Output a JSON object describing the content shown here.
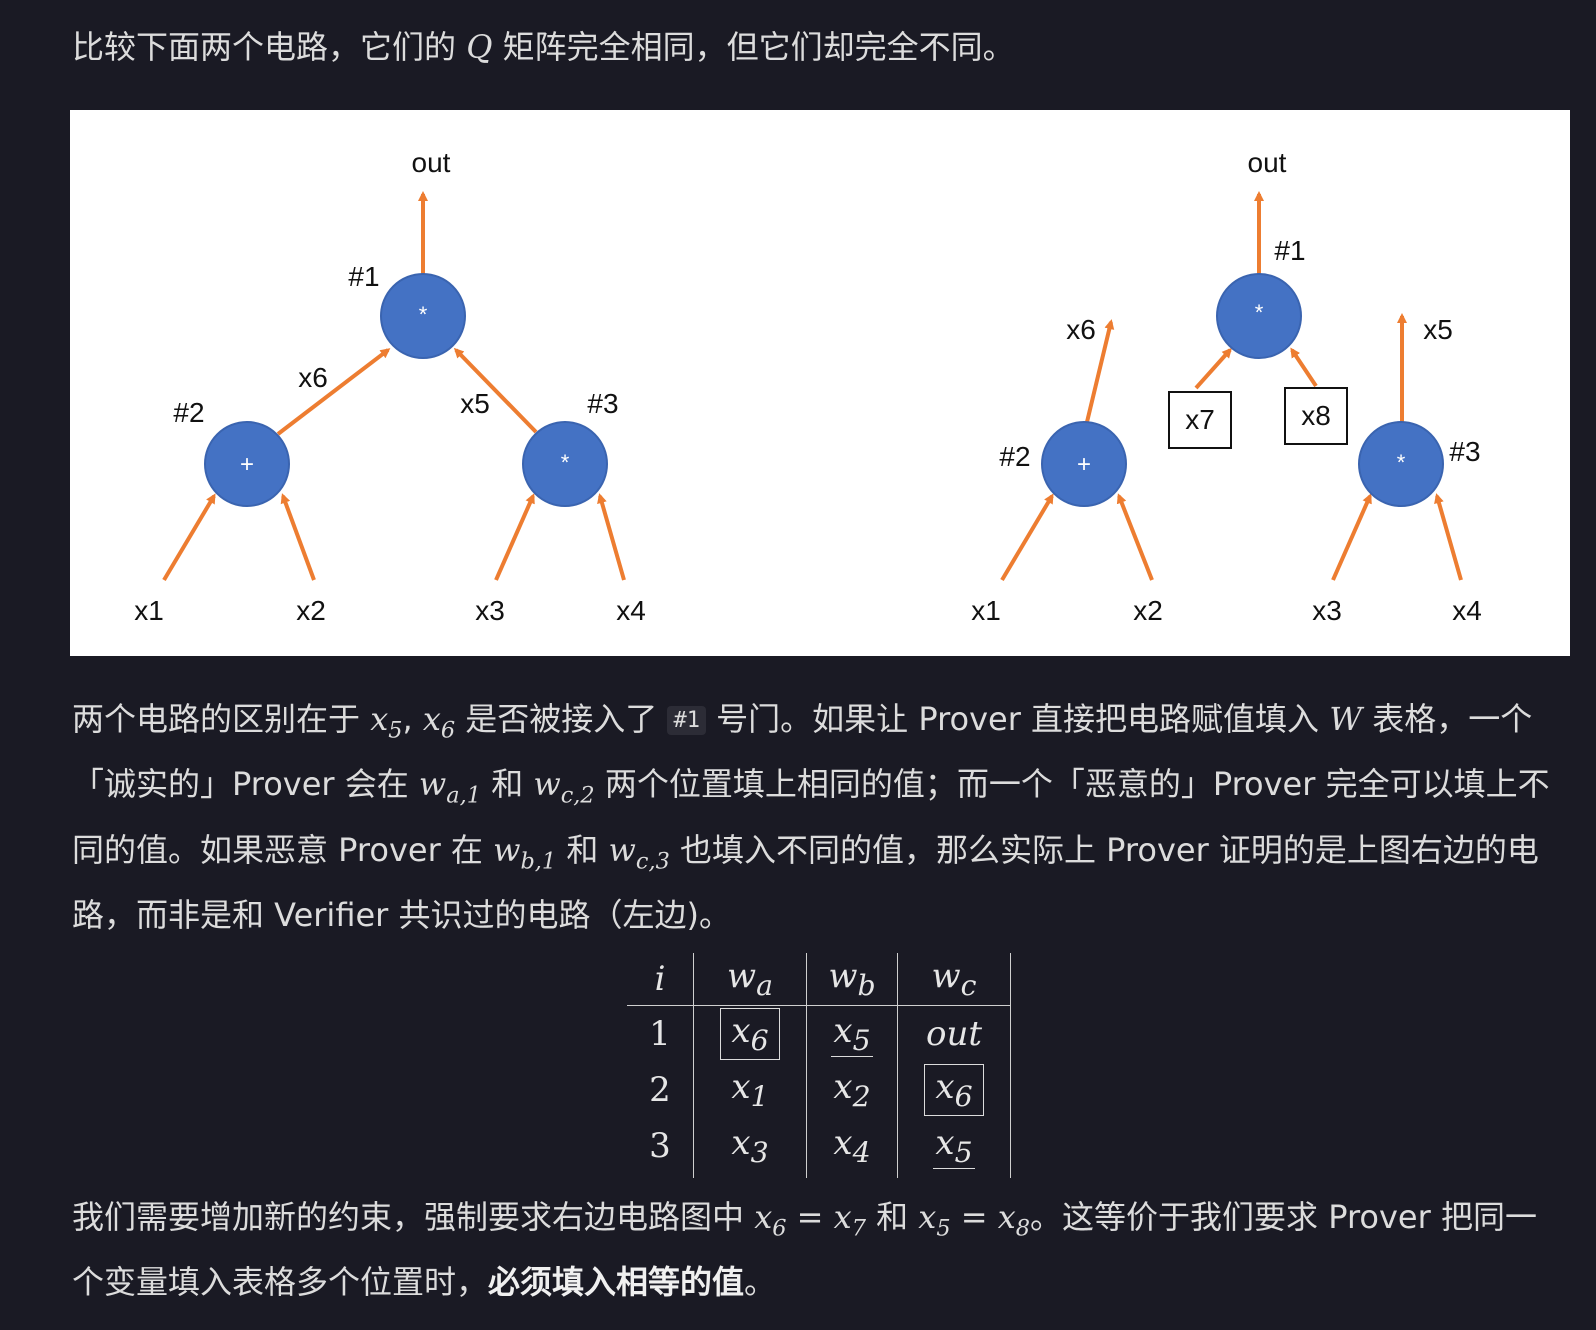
{
  "intro": {
    "before": "比较下面两个电路，它们的 ",
    "math": "Q",
    "after": " 矩阵完全相同，但它们却完全不同。"
  },
  "figure": {
    "left": {
      "out": "out",
      "g1": "#1",
      "g2": "#2",
      "g3": "#3",
      "op1": "*",
      "op2": "+",
      "op3": "*",
      "x1": "x1",
      "x2": "x2",
      "x3": "x3",
      "x4": "x4",
      "x5": "x5",
      "x6": "x6"
    },
    "right": {
      "out": "out",
      "g1": "#1",
      "g2": "#2",
      "g3": "#3",
      "op1": "*",
      "op2": "+",
      "op3": "*",
      "x1": "x1",
      "x2": "x2",
      "x3": "x3",
      "x4": "x4",
      "x5": "x5",
      "x6": "x6",
      "x7": "x7",
      "x8": "x8"
    },
    "colors": {
      "node": "#4472c4",
      "arrow": "#ed7d31"
    }
  },
  "para1": {
    "t1": "两个电路的区别在于 ",
    "m1": "x",
    "m1sub": "5",
    "m1sep": ", ",
    "m2": "x",
    "m2sub": "6",
    "t2": " 是否被接入了 ",
    "code": "#1",
    "t3": " 号门。如果让 Prover 直接把电路赋值填入 ",
    "m3": "W",
    "t4": " 表格，一个「诚实的」Prover 会在 ",
    "m4": "w",
    "m4sub": "a,1",
    "t5": " 和 ",
    "m5": "w",
    "m5sub": "c,2",
    "t6": " 两个位置填上相同的值；而一个「恶意的」Prover 完全可以填上不同的值。如果恶意 Prover 在 ",
    "m6": "w",
    "m6sub": "b,1",
    "t7": " 和 ",
    "m7": "w",
    "m7sub": "c,3",
    "t8": " 也填入不同的值，那么实际上 Prover 证明的是上图右边的电路，而非是和 Verifier 共识过的电路（左边)。"
  },
  "table": {
    "headers": {
      "i": "i",
      "wa": "w",
      "wa_sub": "a",
      "wb": "w",
      "wb_sub": "b",
      "wc": "w",
      "wc_sub": "c"
    },
    "rows": [
      {
        "i": "1",
        "wa": "x",
        "wa_sub": "6",
        "wb": "x",
        "wb_sub": "5",
        "wc": "out"
      },
      {
        "i": "2",
        "wa": "x",
        "wa_sub": "1",
        "wb": "x",
        "wb_sub": "2",
        "wc": "x",
        "wc_sub": "6"
      },
      {
        "i": "3",
        "wa": "x",
        "wa_sub": "3",
        "wb": "x",
        "wb_sub": "4",
        "wc": "x",
        "wc_sub": "5"
      }
    ]
  },
  "para2": {
    "t1": "我们需要增加新的约束，强制要求右边电路图中 ",
    "m1": "x",
    "m1sub": "6",
    "eq1": " = ",
    "m2": "x",
    "m2sub": "7",
    "t2": " 和 ",
    "m3": "x",
    "m3sub": "5",
    "eq2": " = ",
    "m4": "x",
    "m4sub": "8",
    "t3": "。这等价于我们要求 Prover 把同一个变量填入表格多个位置时，",
    "bold": "必须填入相等的值",
    "t4": "。"
  }
}
